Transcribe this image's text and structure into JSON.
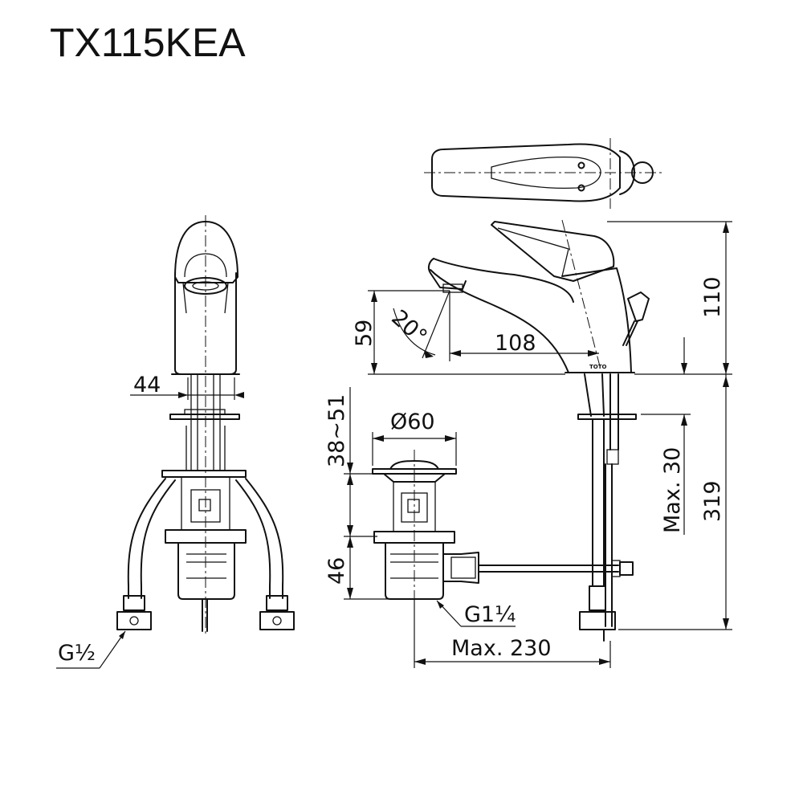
{
  "title": "TX115KEA",
  "brand_mark": "TOTO",
  "dimensions": {
    "d44": "44",
    "d110": "110",
    "d59": "59",
    "angle": "20°",
    "d108": "108",
    "d38_51": "38~51",
    "d60": "Ø60",
    "max30": "Max. 30",
    "d319": "319",
    "d46": "46",
    "g1_4": "G1¼",
    "max230": "Max. 230",
    "g1_2": "G½"
  }
}
